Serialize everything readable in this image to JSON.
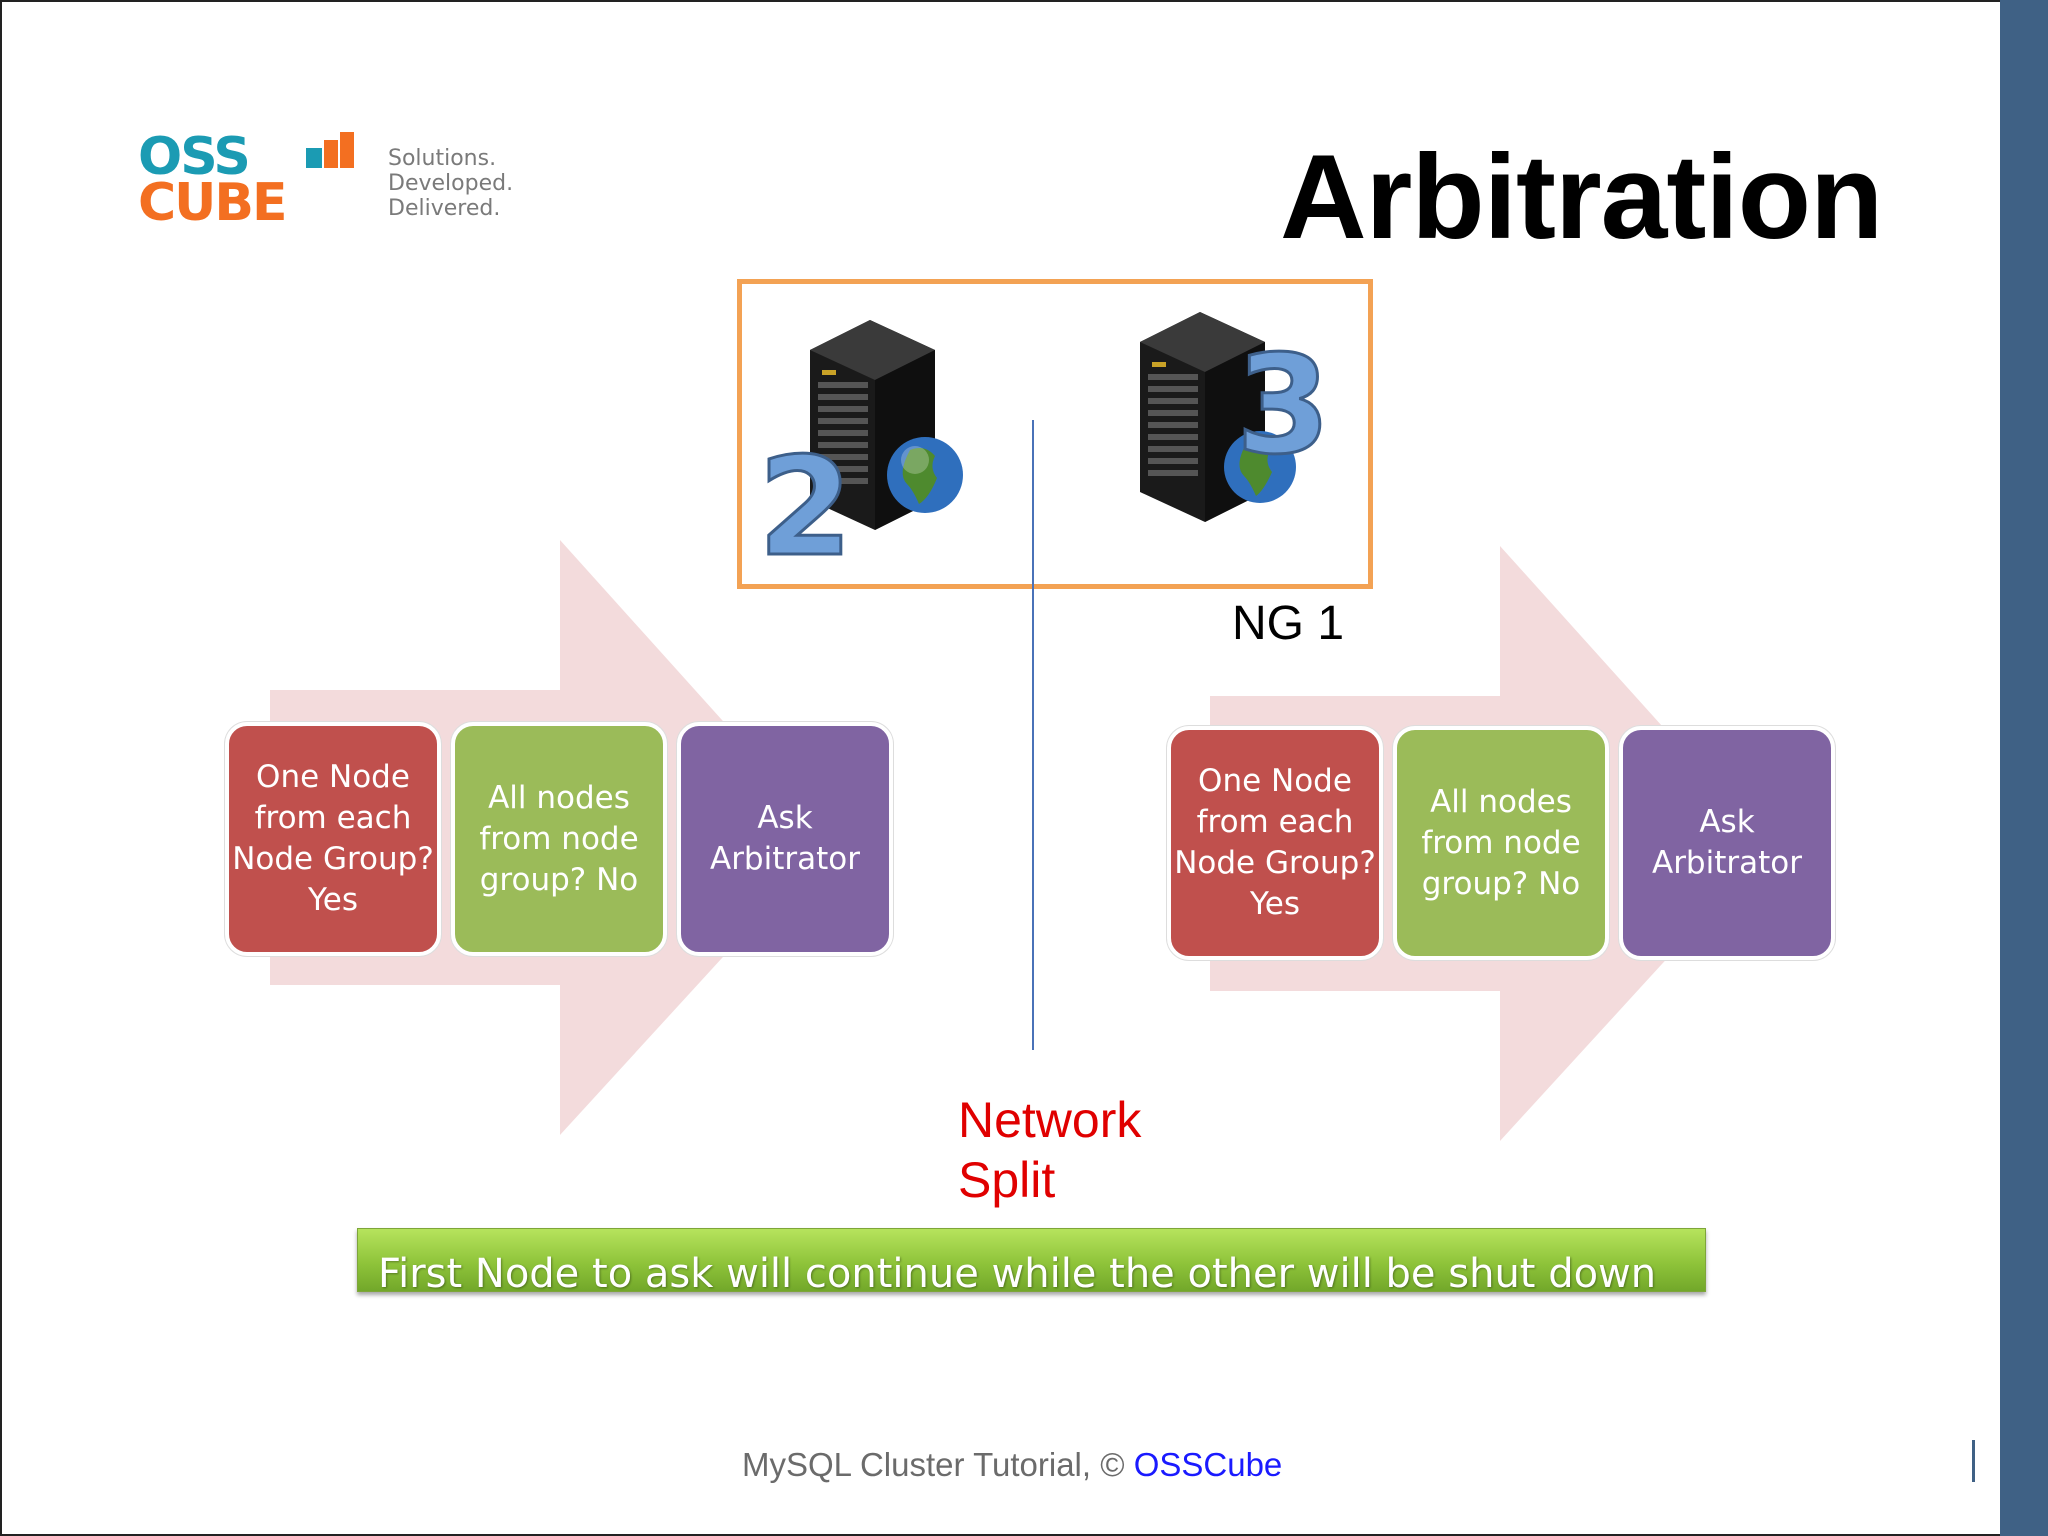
{
  "title": "Arbitration",
  "logo": {
    "top_text": "OSS",
    "bottom_text": "CUBE",
    "tagline": [
      "Solutions.",
      "Developed.",
      "Delivered."
    ]
  },
  "node_group": {
    "label": "NG 1",
    "servers": [
      {
        "number": "2",
        "icon": "server-globe-icon"
      },
      {
        "number": "3",
        "icon": "server-globe-icon"
      }
    ]
  },
  "network_split": {
    "lines": [
      "Network",
      "Split"
    ],
    "color": "#e00000"
  },
  "process_left": [
    {
      "text": "One Node from each Node Group? Yes",
      "color": "#c0504d"
    },
    {
      "text": "All nodes from node group? No",
      "color": "#9bbb59"
    },
    {
      "text": "Ask Arbitrator",
      "color": "#8064a2"
    }
  ],
  "process_right": [
    {
      "text": "One Node from each Node Group? Yes",
      "color": "#c0504d"
    },
    {
      "text": "All nodes from node group? No",
      "color": "#9bbb59"
    },
    {
      "text": "Ask Arbitrator",
      "color": "#8064a2"
    }
  ],
  "banner": {
    "text": "First Node to ask will continue while the other will be shut down"
  },
  "footer": {
    "text": "MySQL Cluster Tutorial, © ",
    "brand": "OSSCube"
  }
}
